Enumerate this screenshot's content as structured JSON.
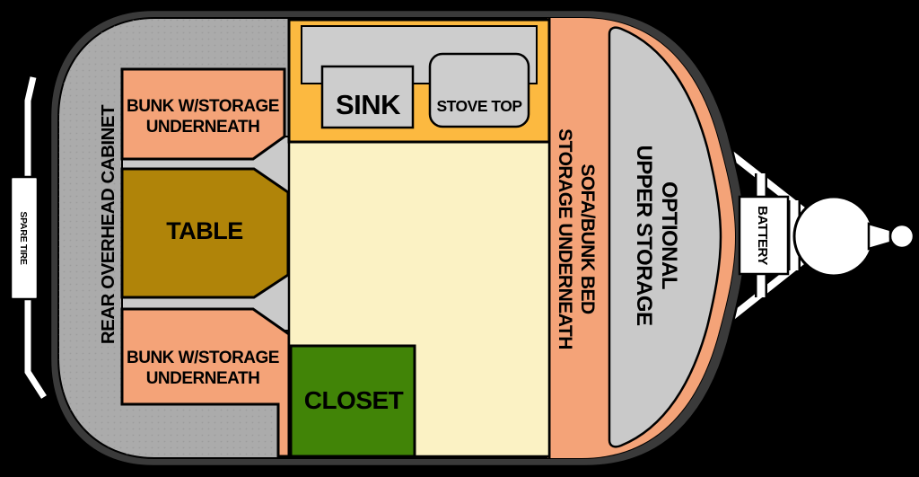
{
  "colors": {
    "background": "#000000",
    "outline": "#3A3A3A",
    "body": "#ABABAB",
    "aisle": "#CACACA",
    "salmon": "#F4A378",
    "counter": "#FCB940",
    "floor": "#FBF2C4",
    "table": "#B08409",
    "closet": "#418407",
    "storage": "#C9C9C9",
    "fixture": "#CDCDCD",
    "white": "#FFFFFF"
  },
  "labels": {
    "rear_cabinet": "REAR OVERHEAD CABINET",
    "spare_tire": "SPARE TIRE",
    "bunk_line1": "BUNK W/STORAGE",
    "bunk_line2": "UNDERNEATH",
    "table": "TABLE",
    "sink": "SINK",
    "stove": "STOVE TOP",
    "closet": "CLOSET",
    "sofa_line1": "SOFA/BUNK BED",
    "sofa_line2": "STORAGE UNDERNEATH",
    "upper_line1": "OPTIONAL",
    "upper_line2": "UPPER STORAGE",
    "battery": "BATTERY"
  }
}
